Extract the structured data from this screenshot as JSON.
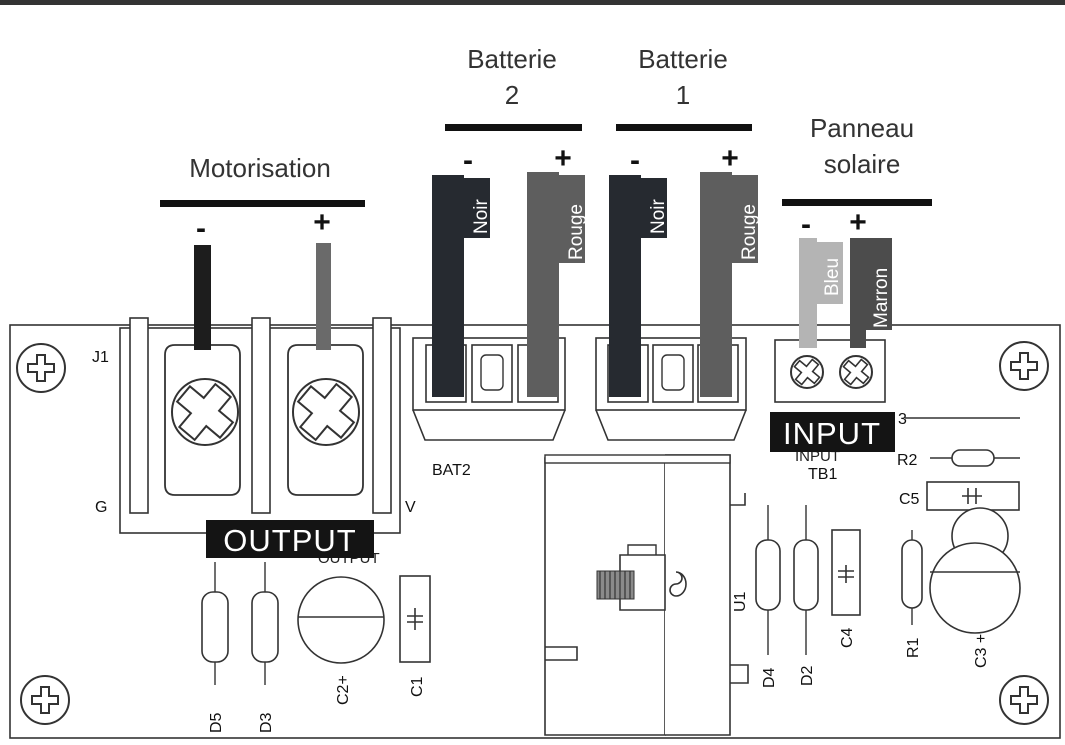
{
  "headings": {
    "motor": "Motorisation",
    "bat2_l1": "Batterie",
    "bat2_l2": "2",
    "bat1_l1": "Batterie",
    "bat1_l2": "1",
    "solar_l1": "Panneau",
    "solar_l2": "solaire"
  },
  "polarity": {
    "minus": "-",
    "plus": "+"
  },
  "wires": {
    "black": "Noir",
    "red": "Rouge",
    "blue": "Bleu",
    "brown": "Marron"
  },
  "tags": {
    "output": "OUTPUT",
    "input": "INPUT",
    "output_ghost": "OUTPUT",
    "input_ghost": "INPUT"
  },
  "refs": {
    "j1": "J1",
    "g": "G",
    "v": "V",
    "bat2": "BAT2",
    "tb1": "TB1",
    "r3": "3",
    "r2": "R2",
    "c5": "C5",
    "r1": "R1",
    "c3": "C3 +",
    "c4": "C4",
    "d2": "D2",
    "d4": "D4",
    "u1": "U1",
    "d5": "D5",
    "d3": "D3",
    "c2": "C2+",
    "c1": "C1"
  },
  "colors": {
    "wire_black": "#262a30",
    "wire_red": "#5e5e5e",
    "wire_blue": "#b4b4b4",
    "wire_brown": "#4c4c4c",
    "tag_bg": "#141414",
    "board": "#ffffff"
  }
}
